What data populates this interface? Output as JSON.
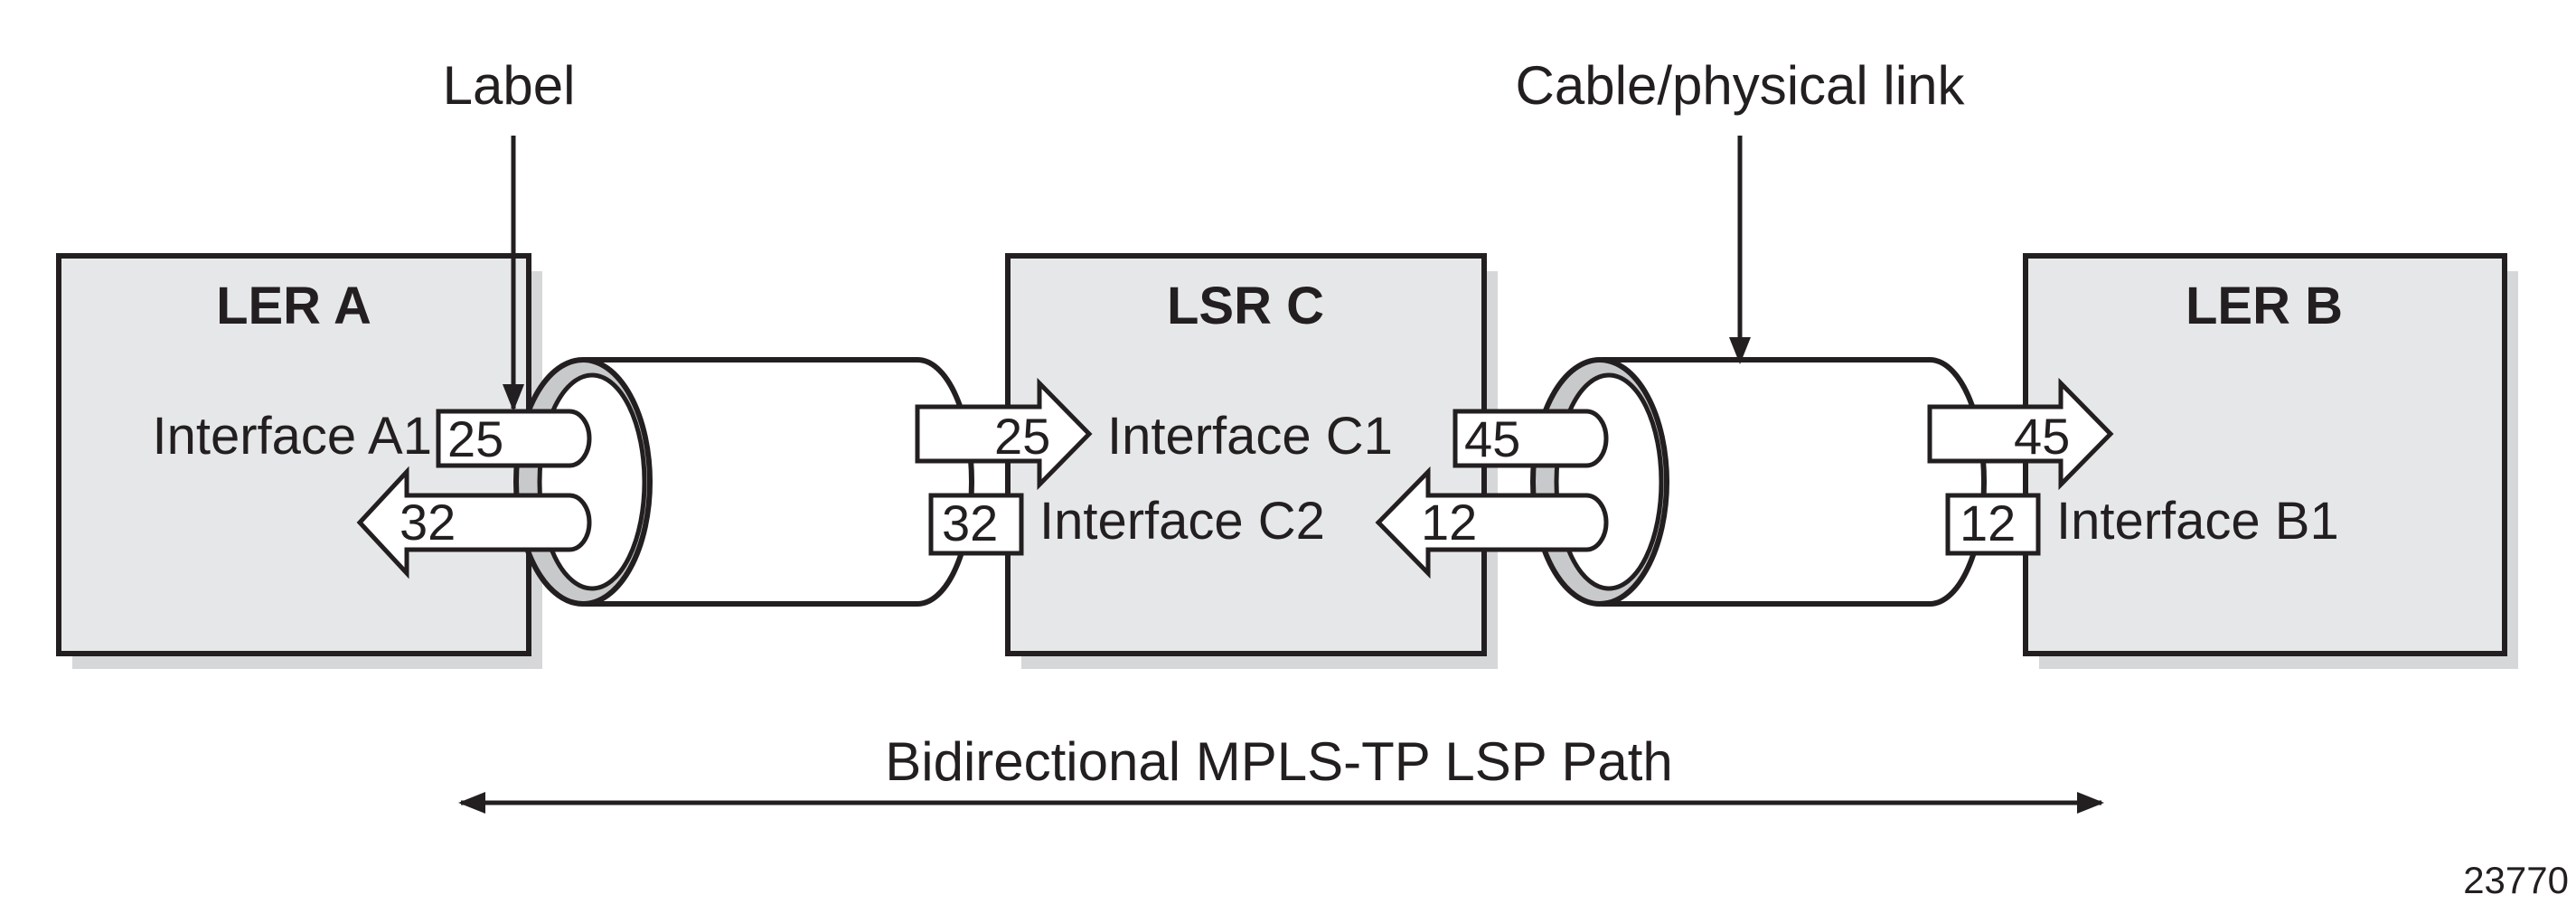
{
  "nodes": {
    "ler_a": {
      "title": "LER A",
      "interface": "Interface A1",
      "out_label": "25",
      "in_label": "32"
    },
    "lsr_c": {
      "title": "LSR C",
      "interface_1": "Interface C1",
      "interface_2": "Interface C2",
      "in_label_1": "25",
      "out_label_2": "32",
      "out_label_1": "45",
      "in_label_2": "12"
    },
    "ler_b": {
      "title": "LER B",
      "interface": "Interface B1",
      "in_label": "45",
      "out_label": "12"
    }
  },
  "callouts": {
    "label": "Label",
    "cable": "Cable/physical link"
  },
  "path": {
    "label": "Bidirectional MPLS-TP LSP Path"
  },
  "figure_id": "23770",
  "colors": {
    "box_fill": "#e6e7e8",
    "shadow": "#d6d7d9",
    "stroke": "#231f20",
    "ring": "#c8c9cb"
  }
}
